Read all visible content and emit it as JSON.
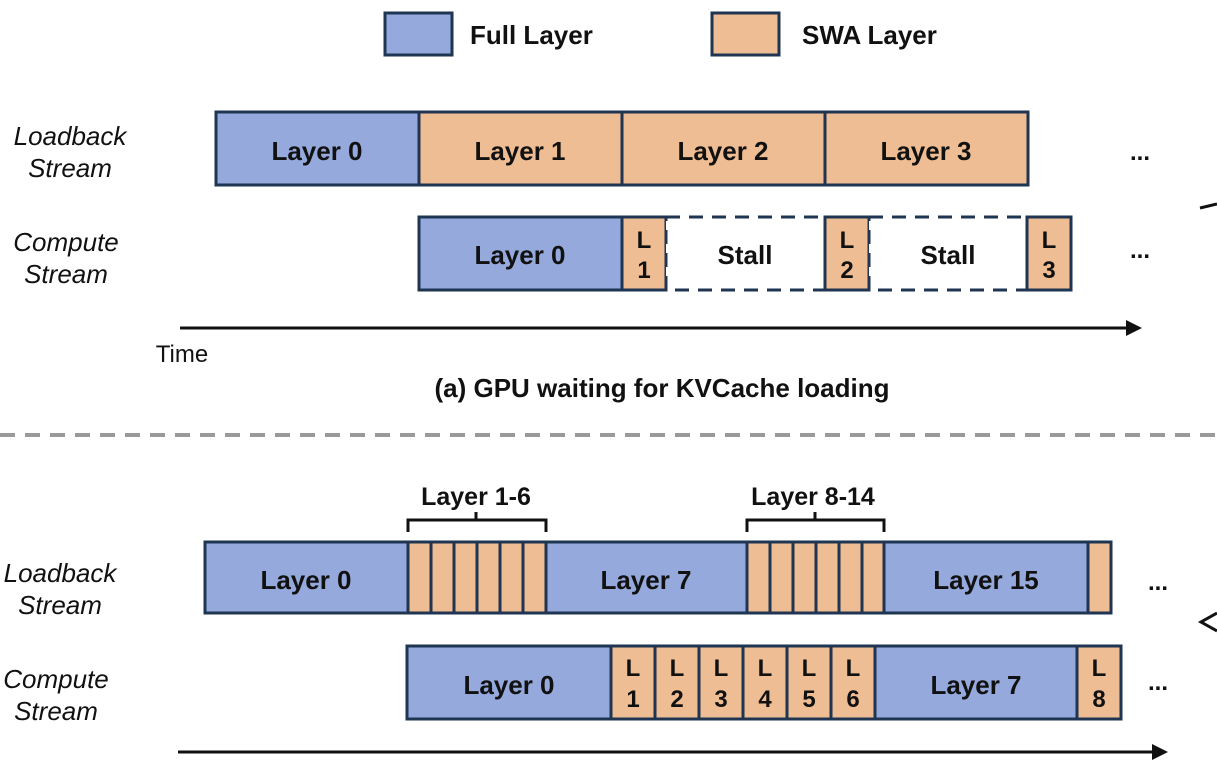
{
  "legend": {
    "full_label": "Full Layer",
    "swa_label": "SWA Layer",
    "full_color": "#95a9dc",
    "swa_color": "#efbd93",
    "border_color": "#1f3552"
  },
  "panel_a": {
    "loadback_label_1": "Loadback",
    "loadback_label_2": "Stream",
    "compute_label_1": "Compute",
    "compute_label_2": "Stream",
    "load_blocks": [
      "Layer 0",
      "Layer 1",
      "Layer 2",
      "Layer 3"
    ],
    "compute_layer0": "Layer 0",
    "small_blocks": [
      {
        "top": "L",
        "bottom": "1"
      },
      {
        "top": "L",
        "bottom": "2"
      },
      {
        "top": "L",
        "bottom": "3"
      }
    ],
    "stall_label": "Stall",
    "ellipsis": "...",
    "time_label": "Time",
    "caption": "(a) GPU waiting for KVCache loading"
  },
  "panel_b": {
    "loadback_label_1": "Loadback",
    "loadback_label_2": "Stream",
    "compute_label_1": "Compute",
    "compute_label_2": "Stream",
    "brace_1": "Layer 1-6",
    "brace_2": "Layer 8-14",
    "load_layer0": "Layer 0",
    "load_layer7": "Layer 7",
    "load_layer15": "Layer 15",
    "compute_layer0": "Layer 0",
    "compute_layer7": "Layer 7",
    "compute_small": [
      {
        "top": "L",
        "bottom": "1"
      },
      {
        "top": "L",
        "bottom": "2"
      },
      {
        "top": "L",
        "bottom": "3"
      },
      {
        "top": "L",
        "bottom": "4"
      },
      {
        "top": "L",
        "bottom": "5"
      },
      {
        "top": "L",
        "bottom": "6"
      }
    ],
    "compute_last": {
      "top": "L",
      "bottom": "8"
    },
    "ellipsis": "..."
  }
}
